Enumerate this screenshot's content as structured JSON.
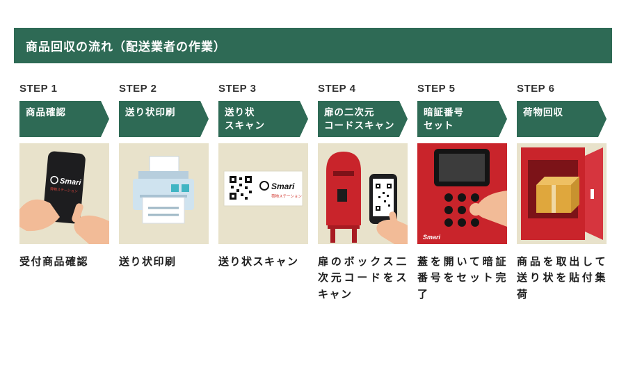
{
  "header": {
    "title": "商品回収の流れ（配送業者の作業）"
  },
  "logo": {
    "name": "Smari",
    "tagline": "荷物ステーション"
  },
  "colors": {
    "green": "#2E6A55",
    "beige": "#E8E2CB",
    "red": "#C9242B",
    "skin": "#F2BB97"
  },
  "steps": [
    {
      "label": "STEP 1",
      "banner": "商品確認",
      "caption": "受付商品確認",
      "illustration": "hand-holding-smartphone"
    },
    {
      "label": "STEP 2",
      "banner": "送り状印刷",
      "caption": "送り状印刷",
      "illustration": "printer"
    },
    {
      "label": "STEP 3",
      "banner": "送り状\nスキャン",
      "caption": "送り状スキャン",
      "illustration": "shipping-label-qr"
    },
    {
      "label": "STEP 4",
      "banner": "扉の二次元\nコードスキャン",
      "caption": "扉のボックス二次元コードをスキャン",
      "illustration": "locker-qr-scan"
    },
    {
      "label": "STEP 5",
      "banner": "暗証番号\nセット",
      "caption": "蓋を開いて暗証番号をセット完了",
      "illustration": "keypad-press"
    },
    {
      "label": "STEP 6",
      "banner": "荷物回収",
      "caption": "商品を取出して送り状を貼付集荷",
      "illustration": "open-locker-box"
    }
  ]
}
